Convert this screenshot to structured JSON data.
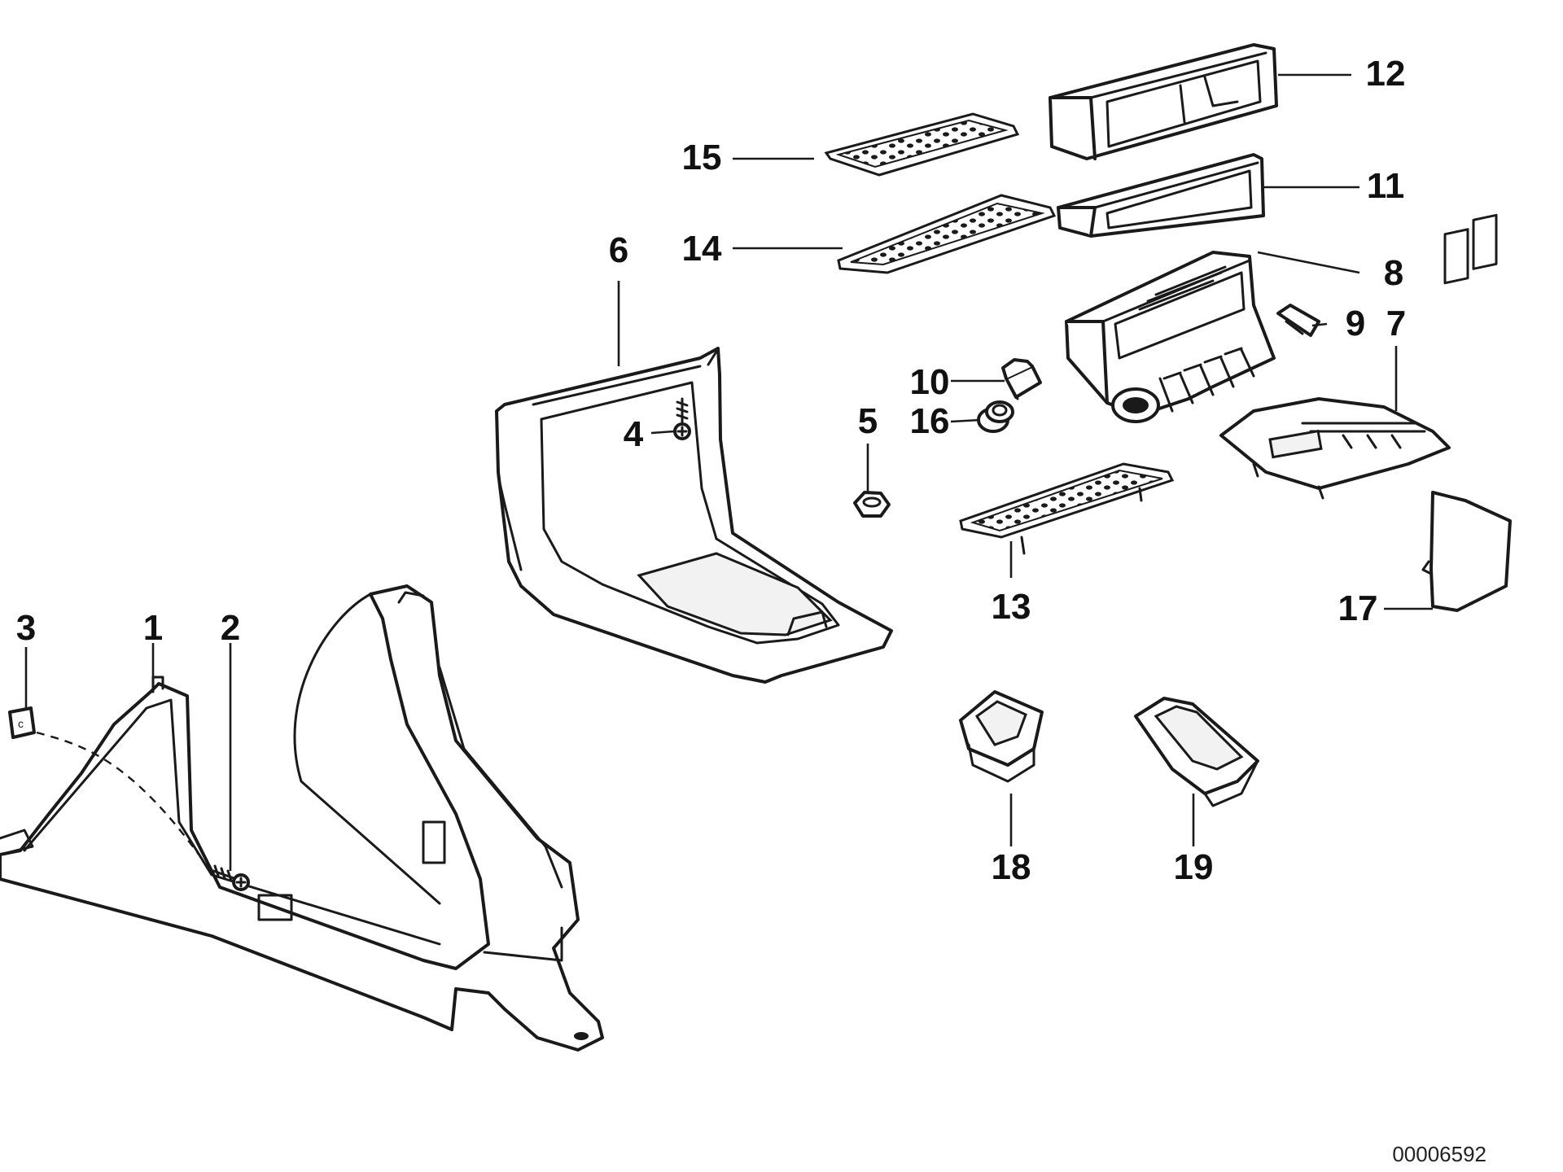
{
  "callouts": [
    {
      "id": "1",
      "label": "1"
    },
    {
      "id": "2",
      "label": "2"
    },
    {
      "id": "3",
      "label": "3"
    },
    {
      "id": "4",
      "label": "4"
    },
    {
      "id": "5",
      "label": "5"
    },
    {
      "id": "6",
      "label": "6"
    },
    {
      "id": "7",
      "label": "7"
    },
    {
      "id": "8",
      "label": "8"
    },
    {
      "id": "9",
      "label": "9"
    },
    {
      "id": "10",
      "label": "10"
    },
    {
      "id": "11",
      "label": "11"
    },
    {
      "id": "12",
      "label": "12"
    },
    {
      "id": "13",
      "label": "13"
    },
    {
      "id": "14",
      "label": "14"
    },
    {
      "id": "15",
      "label": "15"
    },
    {
      "id": "16",
      "label": "16"
    },
    {
      "id": "17",
      "label": "17"
    },
    {
      "id": "18",
      "label": "18"
    },
    {
      "id": "19",
      "label": "19"
    }
  ],
  "document_id": "00006592"
}
